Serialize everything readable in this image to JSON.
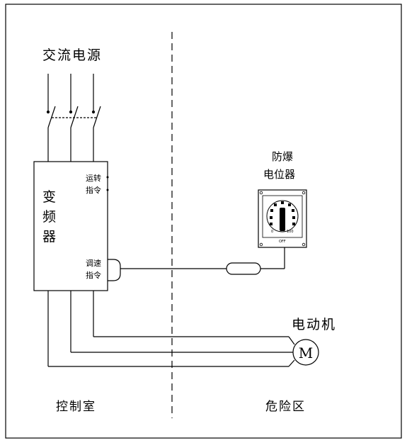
{
  "labels": {
    "ac_power": "交流电源",
    "inverter_line1": "变",
    "inverter_line2": "频",
    "inverter_line3": "器",
    "run_cmd_line1": "运转",
    "run_cmd_line2": "指令",
    "speed_cmd_line1": "调速",
    "speed_cmd_line2": "指令",
    "pot_line1": "防爆",
    "pot_line2": "电位器",
    "motor": "电动机",
    "motor_symbol": "M",
    "control_room": "控制室",
    "danger_zone": "危险区",
    "dial_scale_min": "0",
    "dial_scale_max": "100",
    "dial_off": "OFF"
  }
}
